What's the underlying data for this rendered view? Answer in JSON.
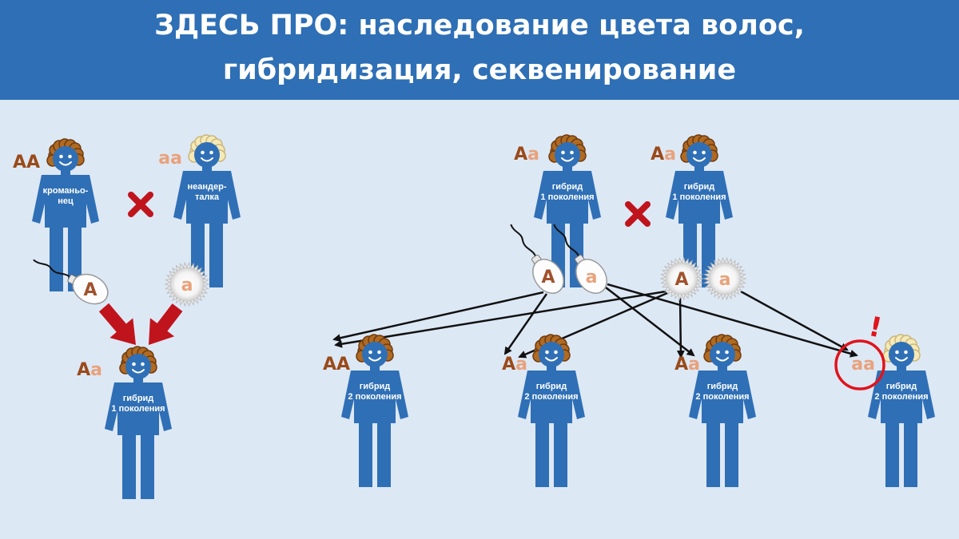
{
  "title": {
    "line1": "ЗДЕСЬ ПРО: наследование цвета волос,",
    "line2": "гибридизация, секвенирование"
  },
  "colors": {
    "header_bg": "#2e6fb5",
    "body_blue": "#2f6fb6",
    "dominant": "#9a4a1a",
    "recessive": "#e8a27c",
    "cross_red": "#c0141c",
    "highlight_red": "#e0141c"
  },
  "left_panel": {
    "parents": [
      {
        "label_line1": "кроманьо-",
        "label_line2": "нец",
        "genotype_1": "A",
        "genotype_2": "A",
        "hair": "dark"
      },
      {
        "label_line1": "неандер-",
        "label_line2": "талка",
        "genotype_1": "a",
        "genotype_2": "a",
        "hair": "blond"
      }
    ],
    "gametes": [
      {
        "letter": "A",
        "kind": "sperm"
      },
      {
        "letter": "a",
        "kind": "egg"
      }
    ],
    "child": {
      "label_line1": "гибрид",
      "label_line2": "1 поколения",
      "genotype_1": "A",
      "genotype_2": "a",
      "hair": "dark"
    }
  },
  "right_panel": {
    "parents": [
      {
        "label_line1": "гибрид",
        "label_line2": "1 поколения",
        "genotype_1": "A",
        "genotype_2": "a",
        "hair": "dark"
      },
      {
        "label_line1": "гибрид",
        "label_line2": "1 поколения",
        "genotype_1": "A",
        "genotype_2": "a",
        "hair": "dark"
      }
    ],
    "gametes": [
      {
        "letter": "A",
        "kind": "sperm"
      },
      {
        "letter": "a",
        "kind": "sperm"
      },
      {
        "letter": "A",
        "kind": "egg"
      },
      {
        "letter": "a",
        "kind": "egg"
      }
    ],
    "children": [
      {
        "label_line1": "гибрид",
        "label_line2": "2 поколения",
        "genotype_1": "A",
        "genotype_2": "A",
        "hair": "dark"
      },
      {
        "label_line1": "гибрид",
        "label_line2": "2 поколения",
        "genotype_1": "A",
        "genotype_2": "a",
        "hair": "dark"
      },
      {
        "label_line1": "гибрид",
        "label_line2": "2 поколения",
        "genotype_1": "A",
        "genotype_2": "a",
        "hair": "dark"
      },
      {
        "label_line1": "гибрид",
        "label_line2": "2 поколения",
        "genotype_1": "a",
        "genotype_2": "a",
        "hair": "blond"
      }
    ],
    "highlight_mark": "!"
  }
}
